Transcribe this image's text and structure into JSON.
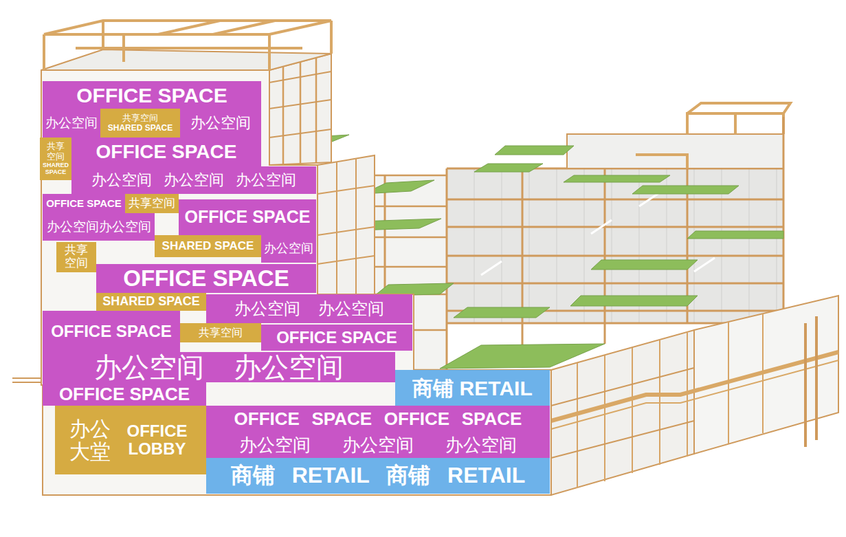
{
  "diagram": {
    "nodes": [
      {
        "text": [
          "OFFICE SPACE"
        ]
      },
      {
        "text": [
          "办公空间"
        ]
      },
      {
        "text": [
          "共享空间",
          "SHARED SPACE"
        ]
      },
      {
        "text": [
          "办公空间"
        ]
      },
      {
        "text": [
          "共享空间",
          "SHARED SPACE"
        ]
      },
      {
        "text": [
          "OFFICE SPACE"
        ]
      },
      {
        "text": [
          "办公空间 办公空间 办公空间"
        ]
      },
      {
        "text": [
          "OFFICE SPACE"
        ]
      },
      {
        "text": [
          "共享空间"
        ]
      },
      {
        "text": [
          "OFFICE SPACE"
        ]
      },
      {
        "text": [
          "办公空间办公空间"
        ]
      },
      {
        "text": [
          "SHARED SPACE"
        ]
      },
      {
        "text": [
          "办公空间"
        ]
      },
      {
        "text": [
          "共享空间"
        ]
      },
      {
        "text": [
          "OFFICE SPACE"
        ]
      },
      {
        "text": [
          "SHARED SPACE"
        ]
      },
      {
        "text": [
          "OFFICE SPACE"
        ]
      },
      {
        "text": [
          "办公空间 办公空间"
        ]
      },
      {
        "text": [
          "共享空间"
        ]
      },
      {
        "text": [
          "OFFICE SPACE"
        ]
      },
      {
        "text": [
          "办公空间 办公空间"
        ]
      },
      {
        "text": [
          "OFFICE SPACE"
        ]
      },
      {
        "text": [
          "商铺 RETAIL"
        ]
      },
      {
        "text": [
          "办公大堂",
          "OFFICE LOBBY"
        ]
      },
      {
        "text": [
          "OFFICE SPACE OFFICE SPACE"
        ]
      },
      {
        "text": [
          "办公空间 办公空间 办公空间"
        ]
      },
      {
        "text": [
          "商铺 RETAIL 商铺 RETAIL"
        ]
      }
    ]
  }
}
